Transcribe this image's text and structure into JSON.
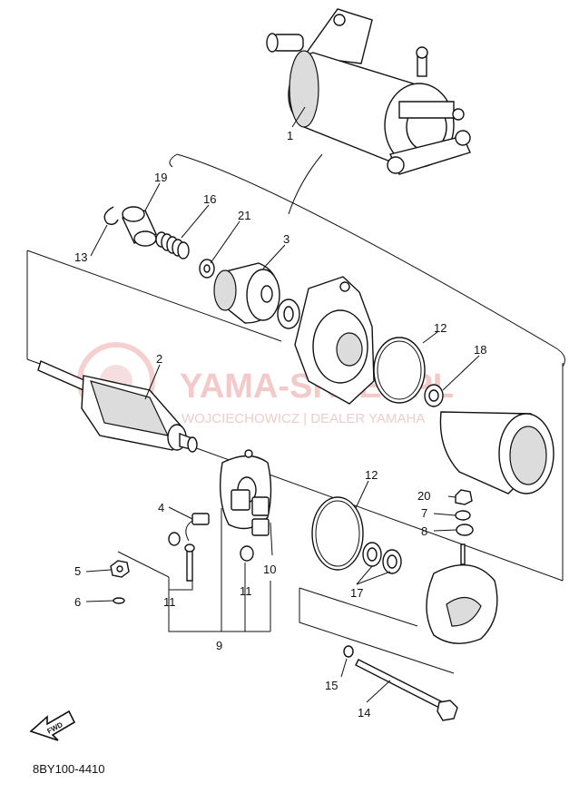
{
  "watermark": {
    "brand": "YAMA-SKLEP.PL",
    "tagline": "WOJCIECHOWICZ | DEALER YAMAHA"
  },
  "callouts": {
    "c1": "1",
    "c2": "2",
    "c3": "3",
    "c4": "4",
    "c5": "5",
    "c6": "6",
    "c7": "7",
    "c8": "8",
    "c9": "9",
    "c10": "10",
    "c11a": "11",
    "c11b": "11",
    "c12a": "12",
    "c12b": "12",
    "c13": "13",
    "c14": "14",
    "c15": "15",
    "c16": "16",
    "c17": "17",
    "c18": "18",
    "c19": "19",
    "c20": "20",
    "c21": "21"
  },
  "fwd_label": "FWD",
  "diagram_code": "8BY100-4410"
}
